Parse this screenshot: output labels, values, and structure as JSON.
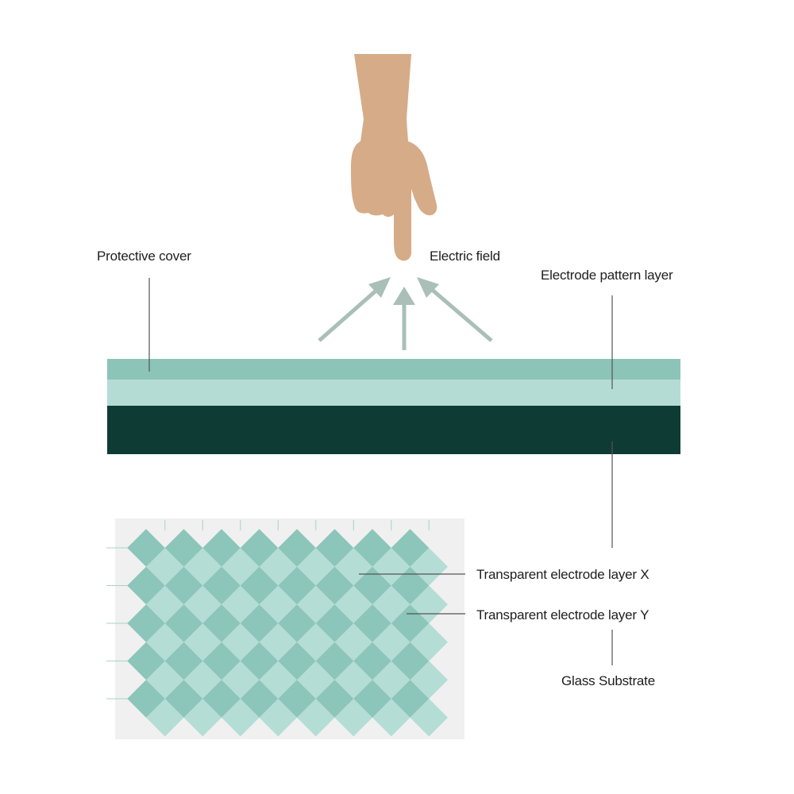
{
  "labels": {
    "protective_cover": "Protective cover",
    "electric_field": "Electric field",
    "electrode_pattern_layer": "Electrode pattern layer",
    "electrode_layer_x": "Transparent electrode layer X",
    "electrode_layer_y": "Transparent electrode layer Y",
    "glass_substrate": "Glass Substrate"
  },
  "colors": {
    "protective_cover": "#8cc4b8",
    "electrode_pattern": "#b4dcd4",
    "glass_substrate": "#0f3b35",
    "electrode_x": "#8cc5b9",
    "electrode_y": "#b4ddd5",
    "arrow": "#a9bfb8",
    "leader_line": "#555555",
    "grid_background": "#f0f0f0",
    "hand_skin": "#d6ab87",
    "grid_trace": "#a8d3c9"
  },
  "icons": {
    "hand": "pointing-hand-icon",
    "arrows": "electric-field-arrows-icon"
  }
}
